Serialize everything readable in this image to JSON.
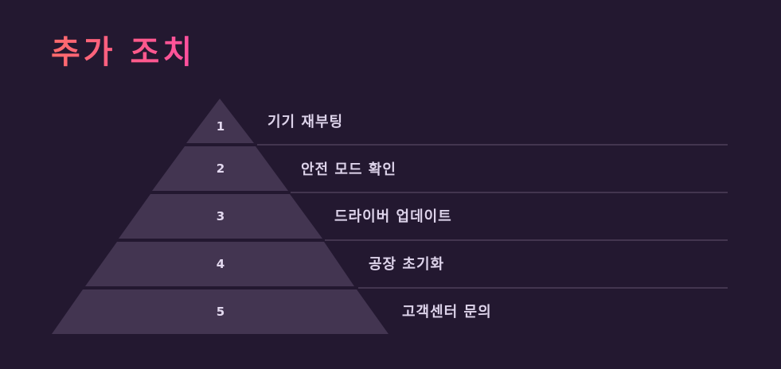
{
  "title": "추가 조치",
  "colors": {
    "background": "#231830",
    "layer_fill": "#433551",
    "divider": "#43354f",
    "title_gradient_start": "#ff6b6b",
    "title_gradient_end": "#ff4fa0",
    "text": "#ddd3ea"
  },
  "pyramid": {
    "layers": [
      {
        "number": "1",
        "label": "기기 재부팅"
      },
      {
        "number": "2",
        "label": "안전 모드 확인"
      },
      {
        "number": "3",
        "label": "드라이버 업데이트"
      },
      {
        "number": "4",
        "label": "공장 초기화"
      },
      {
        "number": "5",
        "label": "고객센터 문의"
      }
    ]
  }
}
